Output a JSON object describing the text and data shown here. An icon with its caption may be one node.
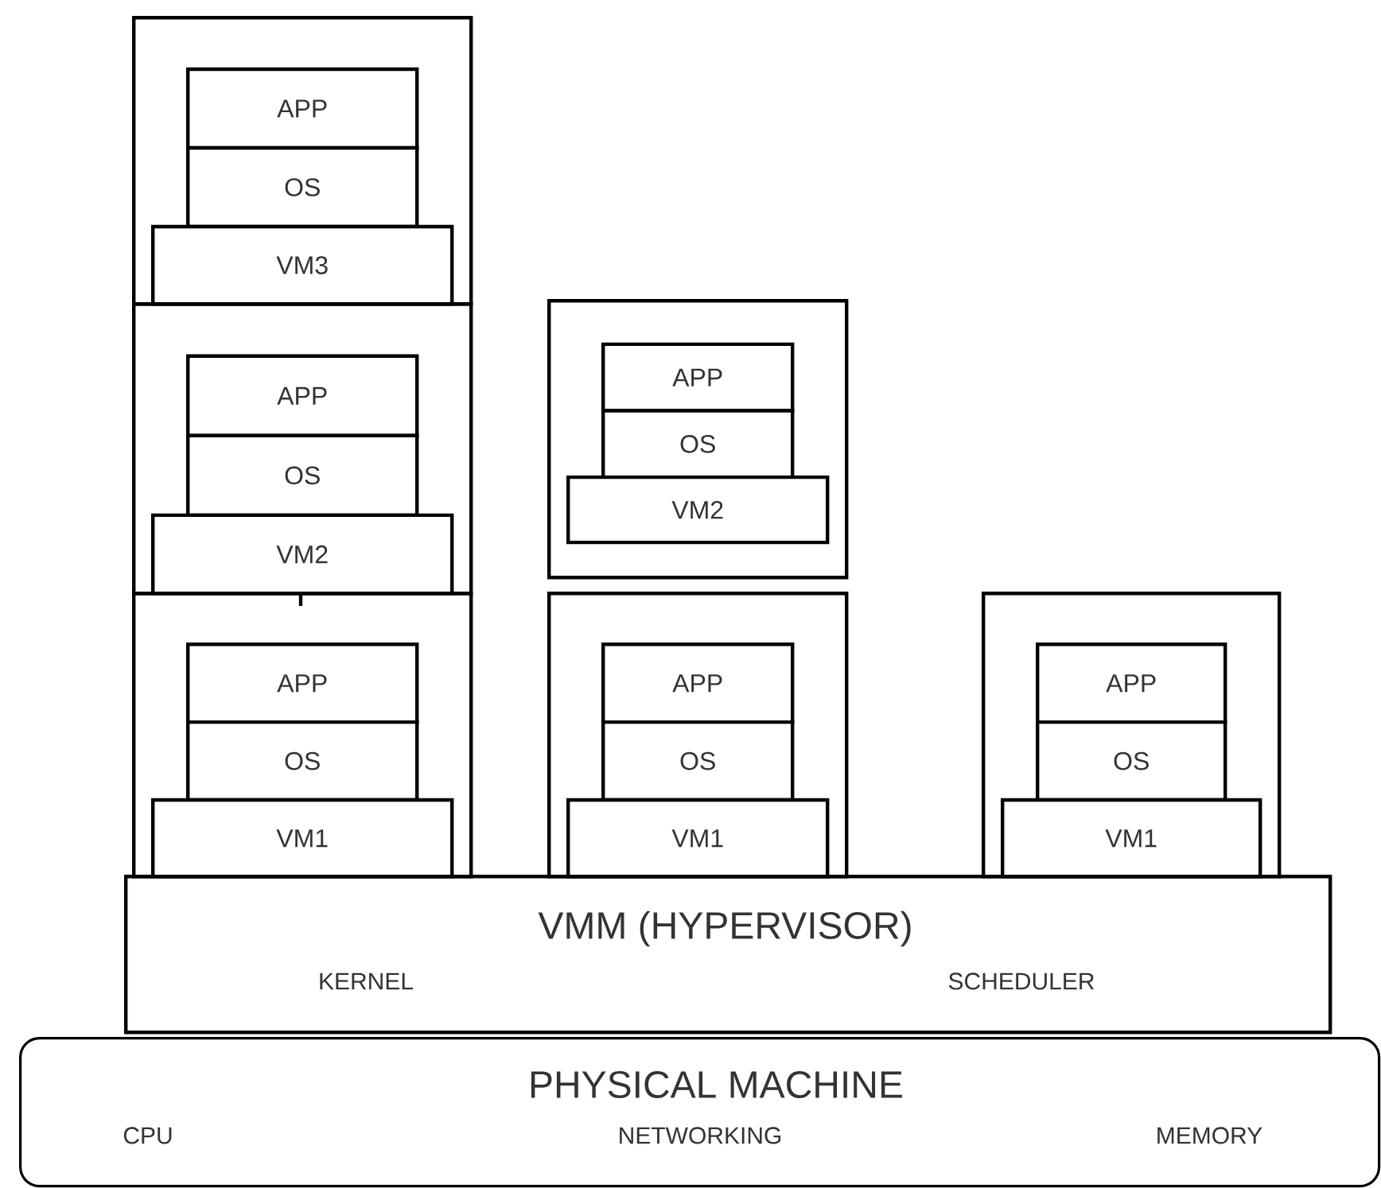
{
  "diagram": {
    "nodes": [
      {
        "text": [],
        "shape": "box"
      },
      {
        "text": [
          "APP"
        ],
        "in": 0
      },
      {
        "text": [
          "OS"
        ],
        "in": 0
      },
      {
        "text": [
          "VM3"
        ],
        "in": 0
      },
      {
        "text": [],
        "shape": "box"
      },
      {
        "text": [
          "APP"
        ],
        "in": 4
      },
      {
        "text": [
          "OS"
        ],
        "in": 4
      },
      {
        "text": [
          "VM2"
        ],
        "in": 4
      },
      {
        "text": [],
        "shape": "box"
      },
      {
        "text": [
          "APP"
        ],
        "in": 8
      },
      {
        "text": [
          "OS"
        ],
        "in": 8
      },
      {
        "text": [
          "VM2"
        ],
        "in": 8
      },
      {
        "text": [],
        "shape": "box"
      },
      {
        "text": [
          "APP"
        ],
        "in": 12
      },
      {
        "text": [
          "OS"
        ],
        "in": 12
      },
      {
        "text": [
          "VM1"
        ],
        "in": 12
      },
      {
        "text": [],
        "shape": "box"
      },
      {
        "text": [
          "APP"
        ],
        "in": 16
      },
      {
        "text": [
          "OS"
        ],
        "in": 16
      },
      {
        "text": [
          "VM1"
        ],
        "in": 16
      },
      {
        "text": [],
        "shape": "box"
      },
      {
        "text": [
          "APP"
        ],
        "in": 20
      },
      {
        "text": [
          "OS"
        ],
        "in": 20
      },
      {
        "text": [
          "VM1"
        ],
        "in": 20
      },
      {
        "text": [
          "VMM (HYPERVISOR)",
          "KERNEL",
          "SCHEDULER"
        ]
      },
      {
        "text": [
          "PHYSICAL MACHINE",
          "CPU",
          "NETWORKING",
          "MEMORY"
        ]
      }
    ],
    "edges": []
  }
}
